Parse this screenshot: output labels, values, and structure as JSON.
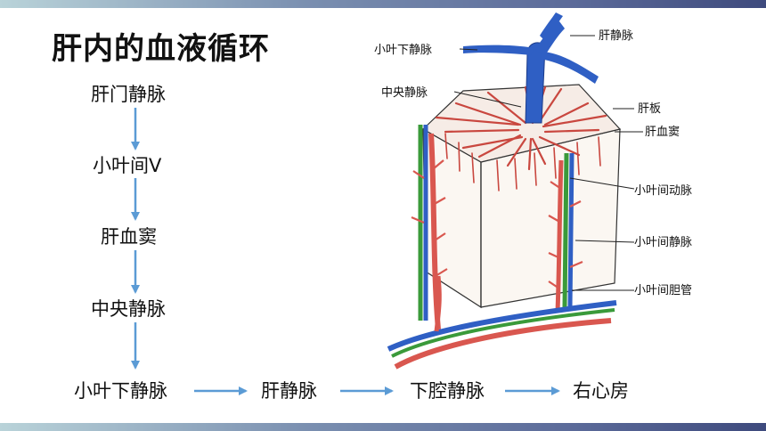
{
  "title": "肝内的血液循环",
  "flow": {
    "vertical": [
      "肝门静脉",
      "小叶间V",
      "肝血窦",
      "中央静脉"
    ],
    "horizontal": [
      "小叶下静脉",
      "肝静脉",
      "下腔静脉",
      "右心房"
    ]
  },
  "diagram_labels": {
    "sublobular_vein": "小叶下静脉",
    "central_vein": "中央静脉",
    "hepatic_vein": "肝静脉",
    "hepatic_plate": "肝板",
    "sinusoid": "肝血窦",
    "interlobular_artery": "小叶间动脉",
    "interlobular_vein": "小叶间静脉",
    "interlobular_bile_duct": "小叶间胆管"
  },
  "colors": {
    "arrow": "#5b9bd5",
    "vein": "#2f5fc4",
    "artery": "#d9574f",
    "bile": "#3a9a3a"
  }
}
